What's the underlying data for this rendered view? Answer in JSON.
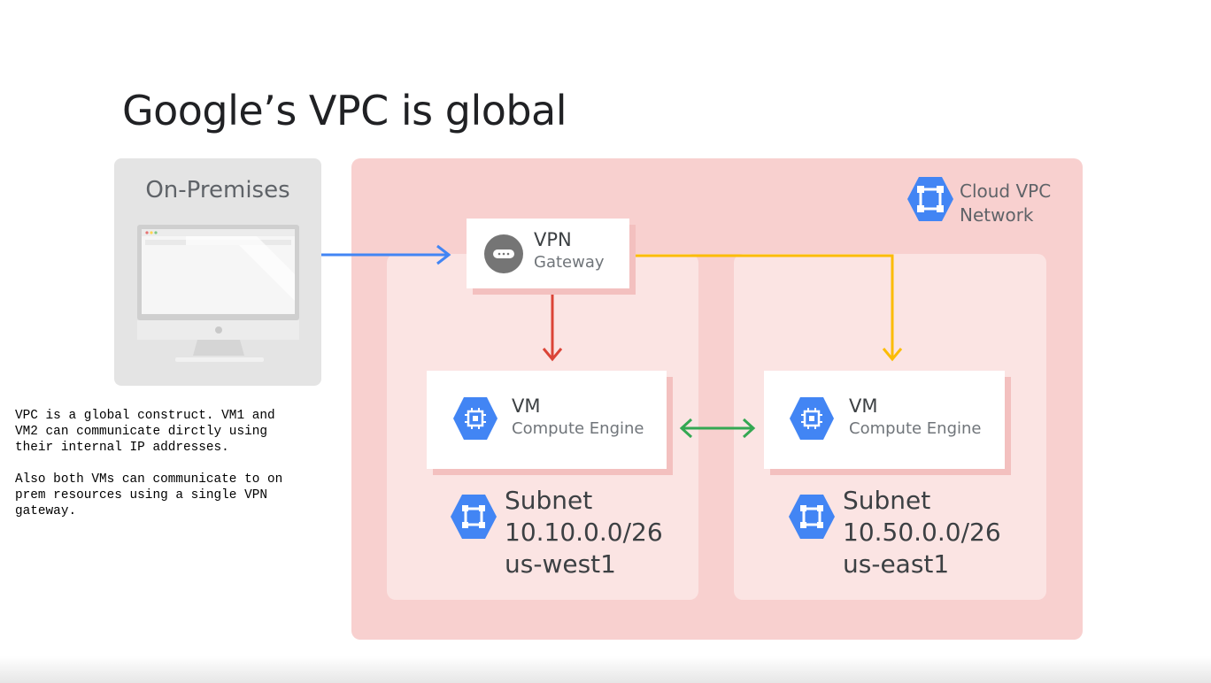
{
  "slide": {
    "title": "Google’s VPC is global"
  },
  "on_premises": {
    "label": "On-Premises",
    "icon": "desktop-computer-icon"
  },
  "note": {
    "text": "VPC is a global construct. VM1 and\nVM2 can communicate dirctly using\ntheir internal IP addresses.\n\nAlso both VMs can communicate to on\nprem resources using a single VPN\ngateway."
  },
  "cloud_vpc": {
    "line1": "Cloud VPC",
    "line2": "Network",
    "icon": "cloud-vpc-hexagon-icon"
  },
  "vpn_gateway": {
    "title": "VPN",
    "subtitle": "Gateway",
    "icon": "vpn-gateway-icon"
  },
  "regions": [
    {
      "vm_title": "VM",
      "vm_subtitle": "Compute Engine",
      "subnet_label": "Subnet",
      "subnet_cidr": "10.10.0.0/26",
      "subnet_region": "us-west1"
    },
    {
      "vm_title": "VM",
      "vm_subtitle": "Compute Engine",
      "subnet_label": "Subnet",
      "subnet_cidr": "10.50.0.0/26",
      "subnet_region": "us-east1"
    }
  ],
  "colors": {
    "vpc_background": "#f8d0cf",
    "region_background": "#fbe4e3",
    "google_blue": "#4285f4",
    "arrow_blue": "#4285f4",
    "arrow_red": "#db4437",
    "arrow_yellow": "#fbbc05",
    "arrow_green": "#34a853"
  }
}
